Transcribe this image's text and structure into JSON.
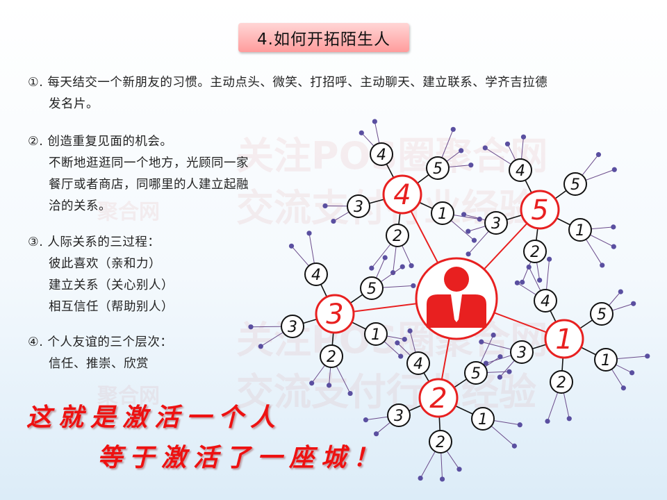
{
  "title": "4.如何开拓陌生人",
  "points": [
    {
      "lines": [
        "①. 每天结交一个新朋友的习惯。主动点头、微笑、打招呼、主动聊天、建立联系、学齐吉拉德",
        "发名片。"
      ]
    },
    {
      "lines": [
        "②. 创造重复见面的机会。",
        "不断地逛逛同一个地方，光顾同一家",
        "餐厅或者商店，同哪里的人建立起融",
        "洽的关系。"
      ]
    },
    {
      "lines": [
        "③. 人际关系的三过程：",
        "彼此喜欢（亲和力）",
        "建立关系（关心别人）",
        "相互信任（帮助别人）"
      ]
    },
    {
      "lines": [
        "④. 个人友谊的三个层次：",
        "信任、推崇、欣赏"
      ]
    }
  ],
  "slogan": [
    "这就是激活一个人",
    "等于激活了一座城！"
  ],
  "watermark": [
    "关注POS圈聚合网",
    "交流支付行业经验",
    "聚合网"
  ],
  "diagram": {
    "center_icon": "person-icon",
    "hubs": [
      {
        "label": "4",
        "children": [
          "4",
          "5",
          "1",
          "2",
          "3"
        ]
      },
      {
        "label": "5",
        "children": [
          "4",
          "5",
          "1",
          "2",
          "3"
        ]
      },
      {
        "label": "3",
        "children": [
          "4",
          "5",
          "1",
          "2",
          "3"
        ]
      },
      {
        "label": "1",
        "children": [
          "4",
          "5",
          "1",
          "2",
          "3"
        ]
      },
      {
        "label": "2",
        "children": [
          "4",
          "5",
          "1",
          "2",
          "3"
        ]
      }
    ],
    "colors": {
      "hub": "#e82020",
      "line": "#6a4a8a",
      "dot": "#5a4fa0",
      "child_border": "#111111"
    }
  }
}
